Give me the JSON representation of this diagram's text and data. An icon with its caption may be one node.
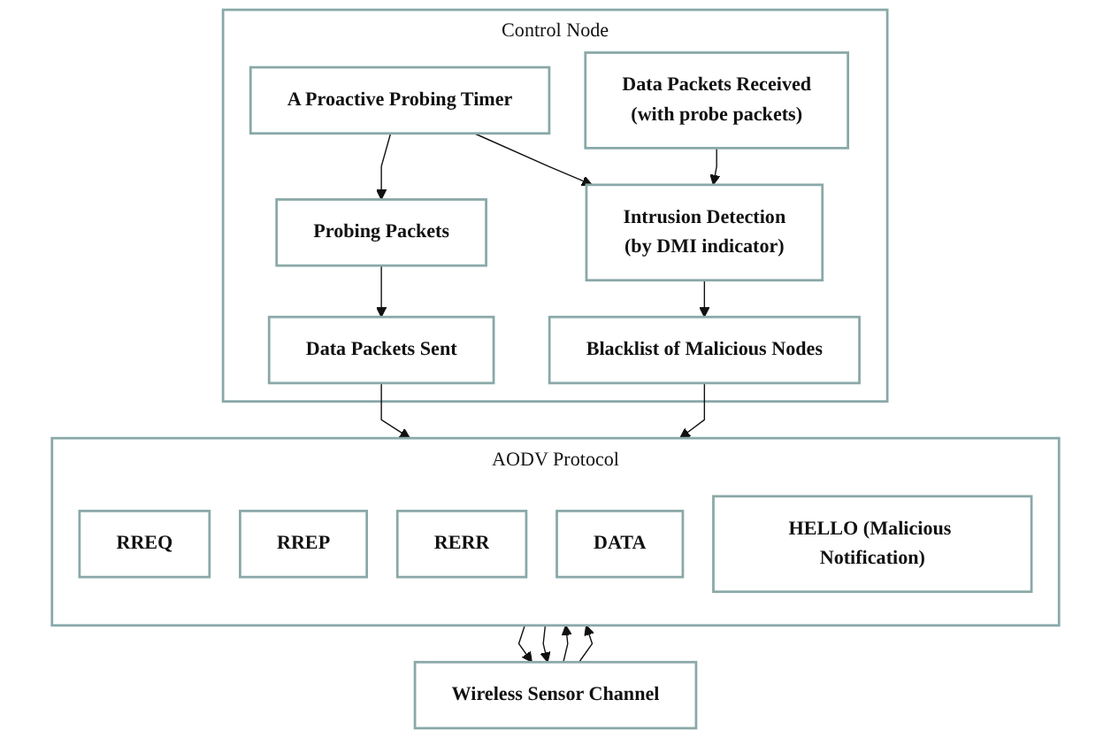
{
  "diagram": {
    "nodes": [
      {
        "text": [
          "Control Node"
        ]
      },
      {
        "text": [
          "Probing Packets"
        ],
        "in": 0
      },
      {
        "text": [
          "Data Packets Sent"
        ],
        "in": 0
      },
      {
        "text": [
          "A Proactive Probing Timer"
        ],
        "in": 0
      },
      {
        "text": [
          "Data Packets Received",
          "(with probe packets)"
        ],
        "in": 0
      },
      {
        "text": [
          "Intrusion Detection",
          "(by DMI indicator)"
        ],
        "in": 0
      },
      {
        "text": [
          "Blacklist of Malicious Nodes"
        ],
        "in": 0
      },
      {
        "text": [
          "AODV Protocol"
        ]
      },
      {
        "text": [
          "RREQ"
        ],
        "in": 7
      },
      {
        "text": [
          "RREP"
        ],
        "in": 7
      },
      {
        "text": [
          "RERR"
        ],
        "in": 7
      },
      {
        "text": [
          "DATA"
        ],
        "in": 7
      },
      {
        "text": [
          "HELLO (Malicious Notification)"
        ],
        "in": 7
      },
      {
        "text": [
          "Wireless Sensor Channel"
        ]
      }
    ],
    "edges": [
      {
        "from": 3,
        "to": 1,
        "arrow": "to"
      },
      {
        "from": 1,
        "to": 2,
        "arrow": "to"
      },
      {
        "from": 3,
        "to": 5,
        "arrow": "to"
      },
      {
        "from": 4,
        "to": 5,
        "arrow": "to"
      },
      {
        "from": 5,
        "to": 6,
        "arrow": "to"
      },
      {
        "from": 2,
        "to": 7,
        "arrow": "to"
      },
      {
        "from": 6,
        "to": 7,
        "arrow": "to"
      },
      {
        "from": 13,
        "to": 7,
        "arrow": "to"
      },
      {
        "from": 7,
        "to": 13,
        "arrow": "to"
      },
      {
        "from": 13,
        "to": 7,
        "arrow": "to"
      },
      {
        "from": 7,
        "to": 13,
        "arrow": "to"
      }
    ]
  }
}
